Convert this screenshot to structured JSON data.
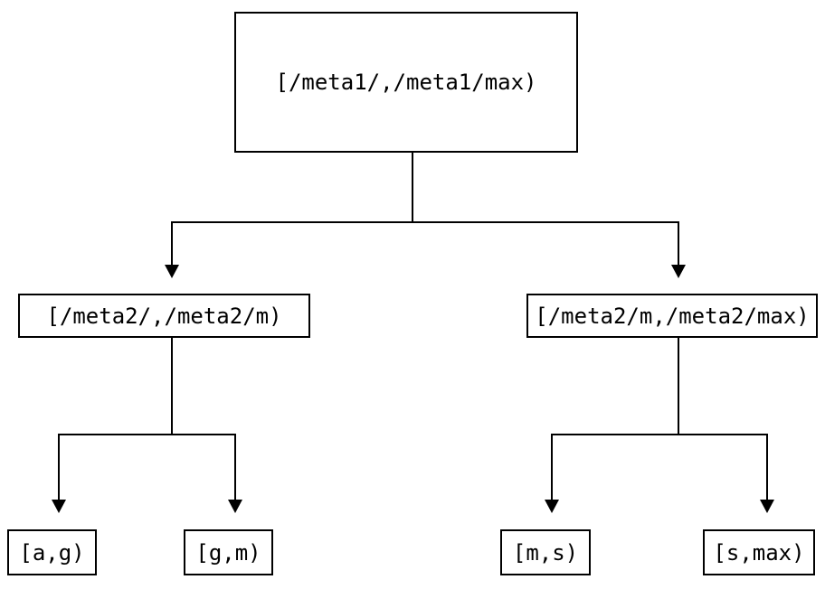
{
  "diagram": {
    "type": "tree",
    "description": "Range partition tree",
    "colors": {
      "background": "#ffffff",
      "line": "#000000",
      "box_border": "#000000",
      "text": "#000000"
    },
    "nodes": {
      "root": {
        "label": "[/meta1/,/meta1/max)"
      },
      "left_mid": {
        "label": "[/meta2/,/meta2/m)"
      },
      "right_mid": {
        "label": "[/meta2/m,/meta2/max)"
      },
      "leaf_ag": {
        "label": "[a,g)"
      },
      "leaf_gm": {
        "label": "[g,m)"
      },
      "leaf_ms": {
        "label": "[m,s)"
      },
      "leaf_smax": {
        "label": "[s,max)"
      }
    },
    "edges": [
      {
        "from": "root",
        "to": "left_mid"
      },
      {
        "from": "root",
        "to": "right_mid"
      },
      {
        "from": "left_mid",
        "to": "leaf_ag"
      },
      {
        "from": "left_mid",
        "to": "leaf_gm"
      },
      {
        "from": "right_mid",
        "to": "leaf_ms"
      },
      {
        "from": "right_mid",
        "to": "leaf_smax"
      }
    ]
  }
}
